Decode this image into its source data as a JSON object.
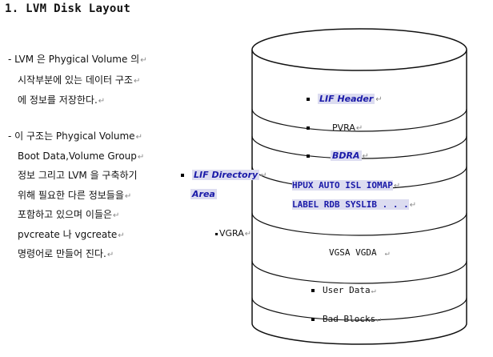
{
  "heading": {
    "title": "1. LVM Disk Layout"
  },
  "description": {
    "para1": [
      "- LVM 은 Phygical Volume 의",
      "시작부분에 있는 데이터 구조",
      "에 정보를 저장한다."
    ],
    "para2": [
      "- 이 구조는 Phygical Volume",
      "Boot Data,Volume Group",
      "정보 그리고 LVM 을 구축하기",
      "위해 필요한 다른 정보들을",
      "포함하고 있으며 이들은",
      "pvcreate 나 vgcreate",
      "명령어로 만들어 진다."
    ]
  },
  "diagram": {
    "lif_header": "LIF Header",
    "pvra": "PVRA",
    "bdra": "BDRA",
    "lif_directory": "LIF Directory",
    "area": "Area",
    "boot_files_row1": "HPUX  AUTO  ISL  IOMAP",
    "boot_files_row2": "LABEL  RDB  SYSLIB  . . .",
    "vgra": "VGRA",
    "vgsa_vgda": "VGSA  VGDA",
    "user_data": "User Data",
    "bad_blocks": "Bad Blocks"
  },
  "colors": {
    "highlight_bg": "#dcdcf0",
    "highlight_text": "#1a1aa8",
    "stroke": "#111111"
  }
}
